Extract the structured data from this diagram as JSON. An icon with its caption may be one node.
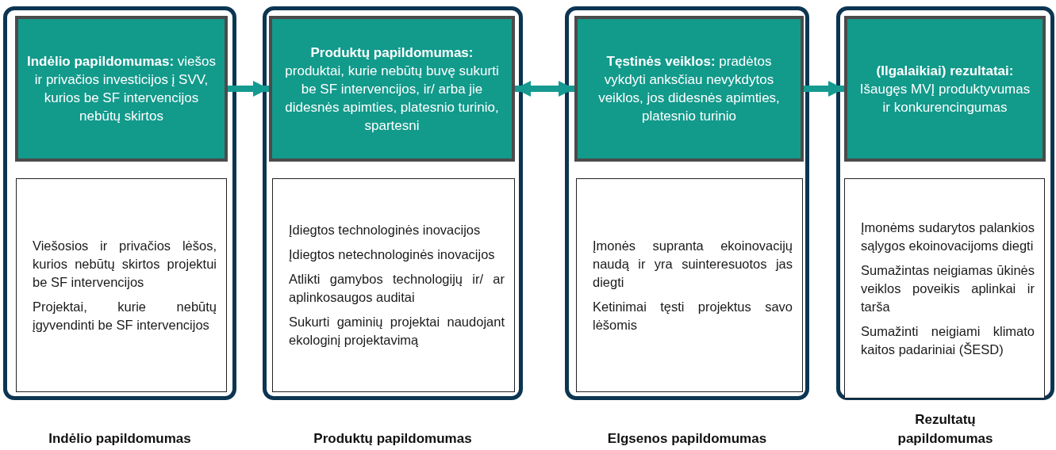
{
  "diagram": {
    "nodes": [
      {
        "text": [
          "Indėlio papildomumas"
        ]
      },
      {
        "text": [
          "**Indėlio papildomumas:** viešos ir privačios investicijos į SVV, kurios be SF intervencijos nebūtų skirtos"
        ],
        "in": 0
      },
      {
        "text": [
          "Viešosios ir privačios lėšos, kurios nebūtų skirtos projektui be SF intervencijos",
          "Projektai, kurie nebūtų įgyvendinti be SF intervencijos"
        ],
        "in": 0
      },
      {
        "text": [
          "Produktų papildomumas"
        ]
      },
      {
        "text": [
          "**Produktų papildomumas:** produktai, kurie nebūtų buvę sukurti be SF intervencijos, ir/ arba jie didesnės apimties, platesnio turinio, spartesni"
        ],
        "in": 3
      },
      {
        "text": [
          "Įdiegtos technologinės inovacijos",
          "Įdiegtos netechnologinės inovacijos",
          "Atlikti gamybos technologijų ir/ ar aplinkosaugos auditai",
          "Sukurti gaminių projektai naudojant ekologinį projektavimą"
        ],
        "in": 3
      },
      {
        "text": [
          "Elgsenos papildomumas"
        ]
      },
      {
        "text": [
          "**Tęstinės veiklos:** pradėtos vykdyti anksčiau nevykdytos veiklos, jos didesnės apimties, platesnio turinio"
        ],
        "in": 6
      },
      {
        "text": [
          "Įmonės supranta ekoinovacijų naudą ir yra suinteresuotos jas diegti",
          "Ketinimai tęsti projektus savo lėšomis"
        ],
        "in": 6
      },
      {
        "text": [
          "Rezultatų papildomumas"
        ]
      },
      {
        "text": [
          "**(Ilgalaikiai) rezultatai:** Išaugęs MVĮ produktyvumas ir konkurencingumas"
        ],
        "in": 9
      },
      {
        "text": [
          "Įmonėms sudarytos palankios sąlygos ekoinovacijoms diegti",
          "Sumažintas neigiamas ūkinės veiklos poveikis aplinkai ir tarša",
          "Sumažinti neigiami klimato kaitos padariniai (ŠESD)"
        ],
        "in": 9
      }
    ],
    "edges": [
      {
        "from": 1,
        "to": 4,
        "arrow": "to"
      },
      {
        "from": 4,
        "to": 7,
        "arrow": "both"
      },
      {
        "from": 7,
        "to": 10,
        "arrow": "to"
      }
    ]
  }
}
